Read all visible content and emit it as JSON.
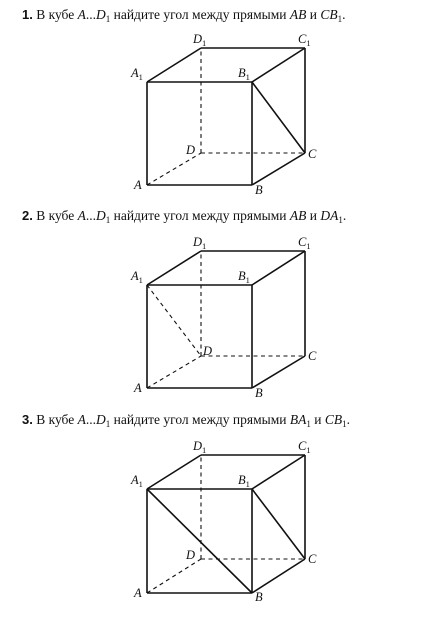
{
  "problems": [
    {
      "number": "1.",
      "text_before": "В кубе",
      "cube": "A",
      "dots": "...",
      "cube_end": "D",
      "cube_end_sub": "1",
      "text_middle": "найдите угол между прямыми",
      "line1": "AB",
      "line1_sub": "",
      "conj": "и",
      "line2": "CB",
      "line2_sub": "1",
      "end": ".",
      "labels": {
        "A": "A",
        "B": "B",
        "C": "C",
        "D": "D",
        "A1": "A",
        "B1": "B",
        "C1": "C",
        "D1": "D",
        "one": "1"
      }
    },
    {
      "number": "2.",
      "text_before": "В кубе",
      "cube": "A",
      "dots": "...",
      "cube_end": "D",
      "cube_end_sub": "1",
      "text_middle": "найдите угол между прямыми",
      "line1": "AB",
      "line1_sub": "",
      "conj": "и",
      "line2": "DA",
      "line2_sub": "1",
      "end": ".",
      "labels": {
        "A": "A",
        "B": "B",
        "C": "C",
        "D": "D",
        "A1": "A",
        "B1": "B",
        "C1": "C",
        "D1": "D",
        "one": "1"
      }
    },
    {
      "number": "3.",
      "text_before": "В кубе",
      "cube": "A",
      "dots": "...",
      "cube_end": "D",
      "cube_end_sub": "1",
      "text_middle": "найдите угол между прямыми",
      "line1": "BA",
      "line1_sub": "1",
      "conj": "и",
      "line2": "CB",
      "line2_sub": "1",
      "end": ".",
      "labels": {
        "A": "A",
        "B": "B",
        "C": "C",
        "D": "D",
        "A1": "A",
        "B1": "B",
        "C1": "C",
        "D1": "D",
        "one": "1"
      }
    }
  ]
}
